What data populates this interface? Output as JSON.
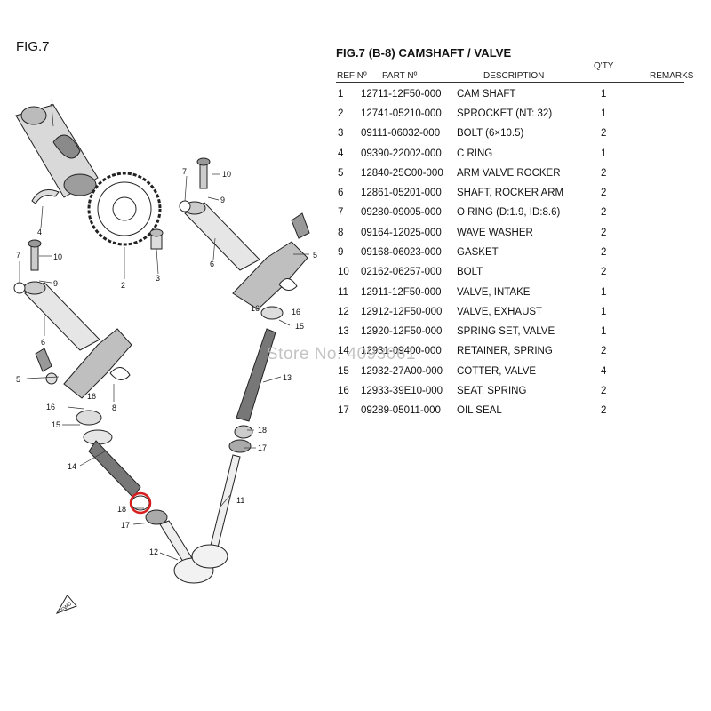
{
  "figure": {
    "label": "FIG.7"
  },
  "table": {
    "title": "FIG.7 (B-8) CAMSHAFT / VALVE",
    "headers": {
      "ref": "REF Nº",
      "part": "PART Nº",
      "description": "DESCRIPTION",
      "qty": "Q'TY",
      "remarks": "REMARKS"
    },
    "rows": [
      {
        "ref": "1",
        "part": "12711-12F50-000",
        "description": "CAM SHAFT",
        "qty": "1"
      },
      {
        "ref": "2",
        "part": "12741-05210-000",
        "description": "SPROCKET (NT: 32)",
        "qty": "1"
      },
      {
        "ref": "3",
        "part": "09111-06032-000",
        "description": "BOLT (6×10.5)",
        "qty": "2"
      },
      {
        "ref": "4",
        "part": "09390-22002-000",
        "description": "C RING",
        "qty": "1"
      },
      {
        "ref": "5",
        "part": "12840-25C00-000",
        "description": "ARM VALVE ROCKER",
        "qty": "2"
      },
      {
        "ref": "6",
        "part": "12861-05201-000",
        "description": "SHAFT, ROCKER ARM",
        "qty": "2"
      },
      {
        "ref": "7",
        "part": "09280-09005-000",
        "description": "O RING (D:1.9, ID:8.6)",
        "qty": "2"
      },
      {
        "ref": "8",
        "part": "09164-12025-000",
        "description": "WAVE WASHER",
        "qty": "2"
      },
      {
        "ref": "9",
        "part": "09168-06023-000",
        "description": "GASKET",
        "qty": "2"
      },
      {
        "ref": "10",
        "part": "02162-06257-000",
        "description": "BOLT",
        "qty": "2"
      },
      {
        "ref": "11",
        "part": "12911-12F50-000",
        "description": "VALVE, INTAKE",
        "qty": "1"
      },
      {
        "ref": "12",
        "part": "12912-12F50-000",
        "description": "VALVE, EXHAUST",
        "qty": "1"
      },
      {
        "ref": "13",
        "part": "12920-12F50-000",
        "description": "SPRING SET, VALVE",
        "qty": "1"
      },
      {
        "ref": "14",
        "part": "12931-09400-000",
        "description": "RETAINER, SPRING",
        "qty": "2"
      },
      {
        "ref": "15",
        "part": "12932-27A00-000",
        "description": "COTTER, VALVE",
        "qty": "4"
      },
      {
        "ref": "16",
        "part": "12933-39E10-000",
        "description": "SEAT, SPRING",
        "qty": "2"
      },
      {
        "ref": "17",
        "part": "09289-05011-000",
        "description": "OIL SEAL",
        "qty": "2"
      }
    ]
  },
  "diagram": {
    "callouts": {
      "n1": "1",
      "n2": "2",
      "n3": "3",
      "n4": "4",
      "n5a": "5",
      "n5b": "5",
      "n6a": "6",
      "n6b": "6",
      "n7a": "7",
      "n7b": "7",
      "n8": "8",
      "n9a": "9",
      "n9b": "9",
      "n10a": "10",
      "n10b": "10",
      "n11": "11",
      "n12": "12",
      "n13": "13",
      "n14": "14",
      "n15a": "15",
      "n15b": "15",
      "n16a": "16",
      "n16b": "16",
      "n16c": "16",
      "n16d": "16",
      "n17a": "17",
      "n17b": "17",
      "n18a": "18",
      "n18b": "18"
    },
    "front_marker": "FWD"
  },
  "watermark": "Store No: 4093061",
  "colors": {
    "highlight_circle": "#d81e1e",
    "watermark": "#b9b9b9"
  }
}
